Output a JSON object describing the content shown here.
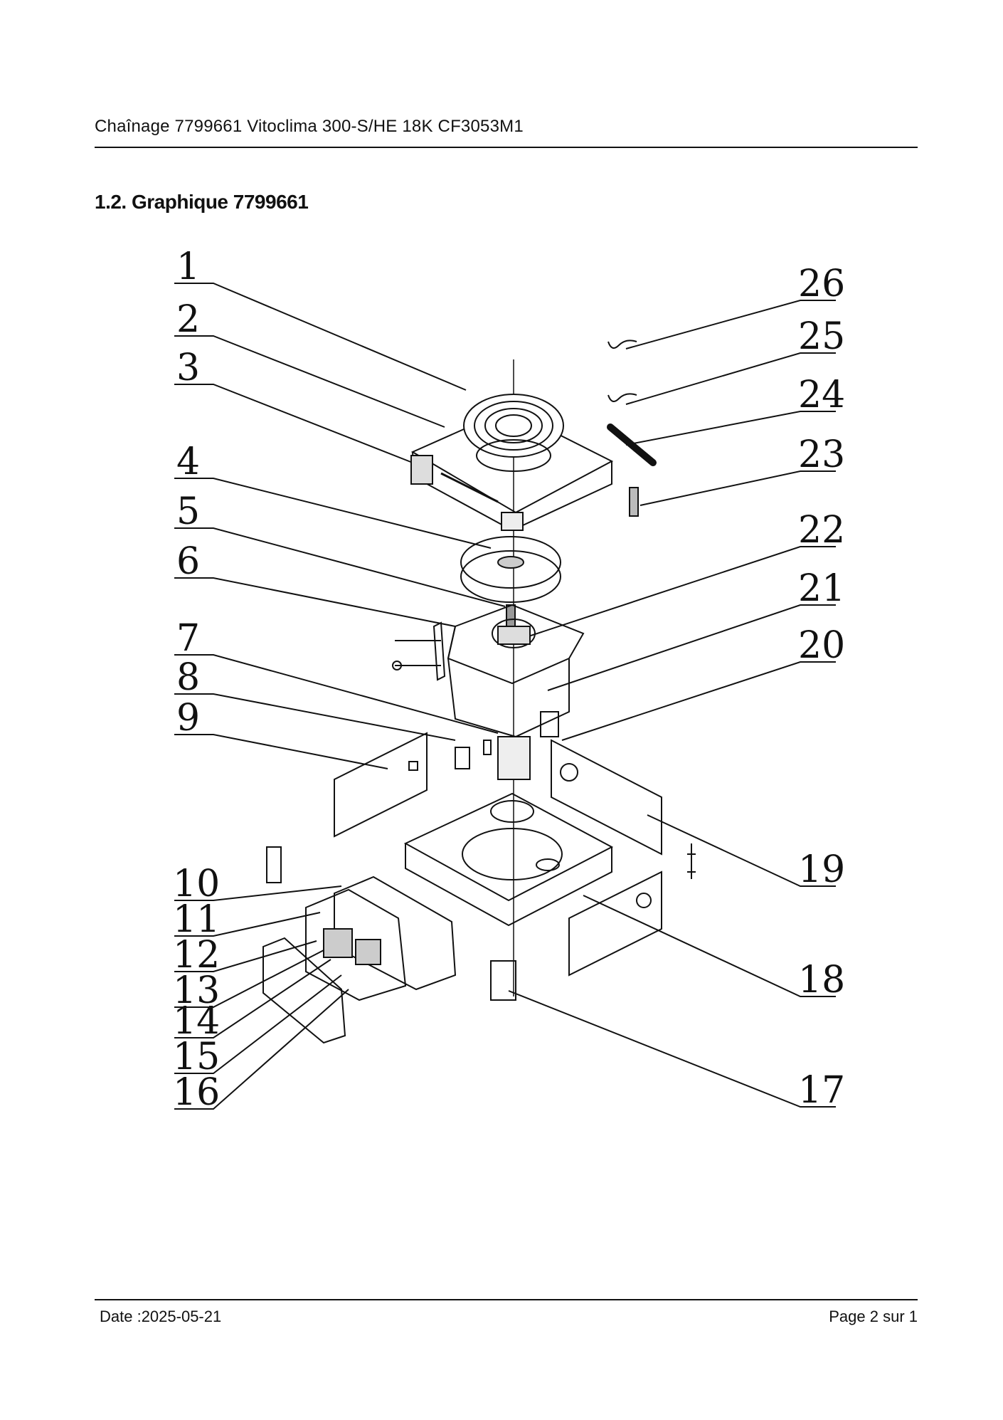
{
  "header": {
    "title": "Chaînage 7799661 Vitoclima 300-S/HE 18K CF3053M1"
  },
  "section": {
    "title": "1.2. Graphique 7799661"
  },
  "diagram": {
    "callouts": [
      "1",
      "2",
      "3",
      "4",
      "5",
      "6",
      "7",
      "8",
      "9",
      "10",
      "11",
      "12",
      "13",
      "14",
      "15",
      "16",
      "17",
      "18",
      "19",
      "20",
      "21",
      "22",
      "23",
      "24",
      "25",
      "26"
    ]
  },
  "footer": {
    "date": "Date :2025-05-21",
    "page": "Page 2 sur   1"
  }
}
